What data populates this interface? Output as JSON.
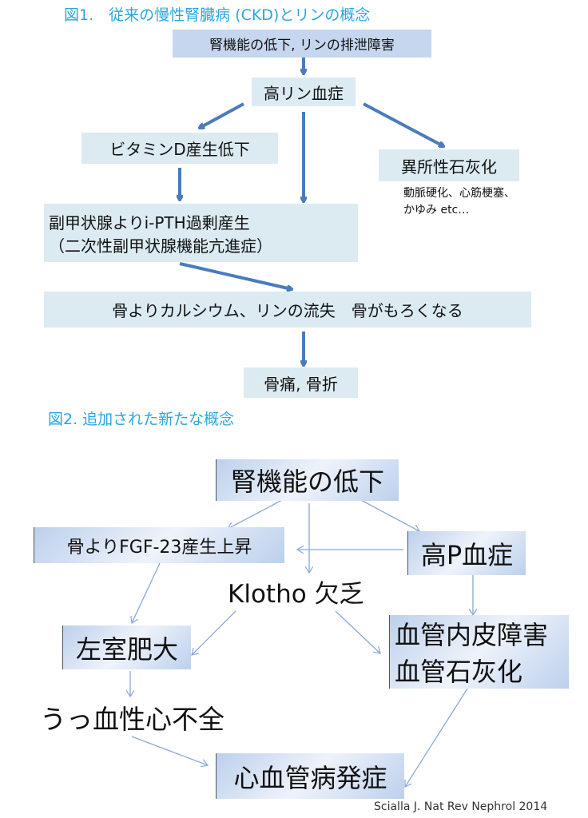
{
  "figure1": {
    "title": "図1.　従来の慢性腎臓病 (CKD)とリンの概念",
    "nodes": {
      "renal": "腎機能の低下, リンの排泄障害",
      "hyperp": "高リン血症",
      "vitd": "ビタミンD産生低下",
      "ectopic": "異所性石灰化",
      "ectopic_note1": "動脈硬化、心筋梗塞、",
      "ectopic_note2": "かゆみ etc…",
      "pth1": "副甲状腺よりi-PTH過剰産生",
      "pth2": "（二次性副甲状腺機能亢進症）",
      "bone_loss": "骨よりカルシウム、リンの流失　骨がもろくなる",
      "fracture": "骨痛, 骨折"
    }
  },
  "figure2": {
    "title": "図2. 追加された新たな概念",
    "nodes": {
      "renal": "腎機能の低下",
      "fgf23": "骨よりFGF-23産生上昇",
      "hyperp": "高P血症",
      "klotho": "Klotho 欠乏",
      "lvh": "左室肥大",
      "vascular1": "血管内皮障害",
      "vascular2": "血管石灰化",
      "chf": "うっ血性心不全",
      "cvd": "心血管病発症"
    },
    "citation": "Scialla J. Nat Rev Nephrol 2014"
  },
  "colors": {
    "title": "#2aa6e0",
    "arrow1": "#4a7bbd",
    "arrow2": "#8aa8d4"
  }
}
